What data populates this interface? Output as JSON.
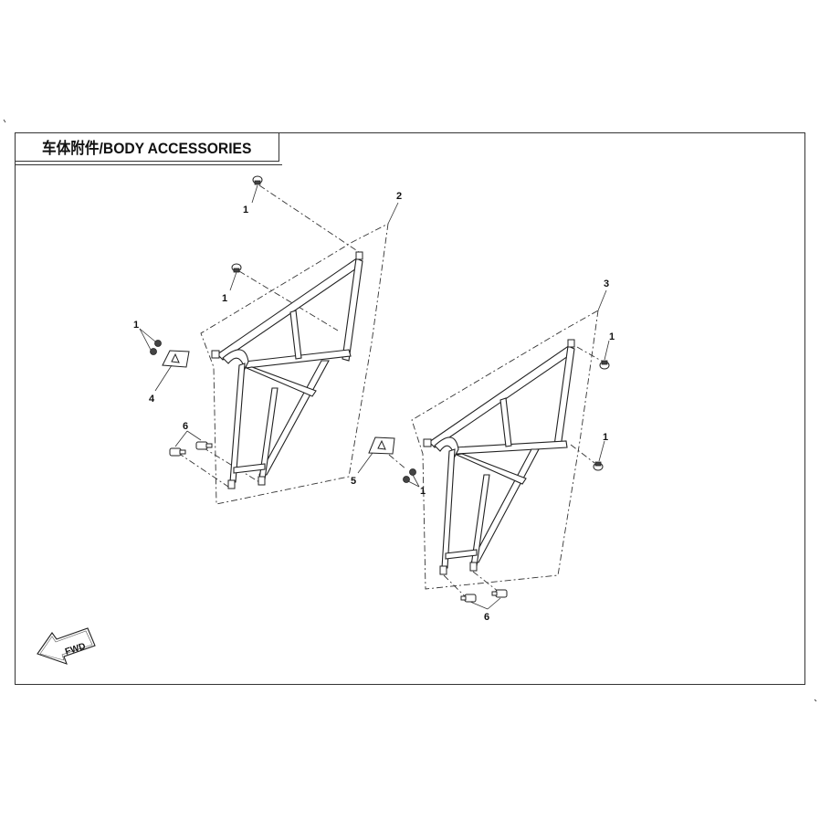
{
  "title": "车体附件/BODY ACCESSORIES",
  "callouts": [
    {
      "id": "c1a",
      "number": "1"
    },
    {
      "id": "c1b",
      "number": "1"
    },
    {
      "id": "c1c",
      "number": "1"
    },
    {
      "id": "c1d",
      "number": "1"
    },
    {
      "id": "c1e",
      "number": "1"
    },
    {
      "id": "c1f",
      "number": "1"
    },
    {
      "id": "c2",
      "number": "2"
    },
    {
      "id": "c3",
      "number": "3"
    },
    {
      "id": "c4",
      "number": "4"
    },
    {
      "id": "c5",
      "number": "5"
    },
    {
      "id": "c6a",
      "number": "6"
    },
    {
      "id": "c6b",
      "number": "6"
    }
  ],
  "fwd_label": "FWD"
}
